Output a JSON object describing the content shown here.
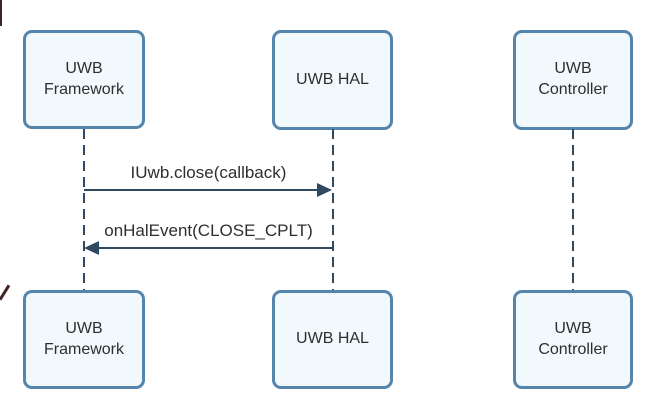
{
  "colors": {
    "box_fill": "#f2f9fd",
    "box_border": "#5585ad",
    "line": "#2e4960",
    "text": "#2e2e2e"
  },
  "diagram": {
    "type": "sequence",
    "lifeline_style": "dashed"
  },
  "actors": [
    {
      "id": "uwb-framework",
      "label": "UWB\nFramework"
    },
    {
      "id": "uwb-hal",
      "label": "UWB HAL"
    },
    {
      "id": "uwb-controller",
      "label": "UWB\nController"
    }
  ],
  "messages": [
    {
      "label": "IUwb.close(callback)",
      "from": "UWB Framework",
      "to": "UWB HAL",
      "direction": "right",
      "line_style": "solid"
    },
    {
      "label": "onHalEvent(CLOSE_CPLT)",
      "from": "UWB HAL",
      "to": "UWB Framework",
      "direction": "left",
      "line_style": "solid"
    }
  ]
}
